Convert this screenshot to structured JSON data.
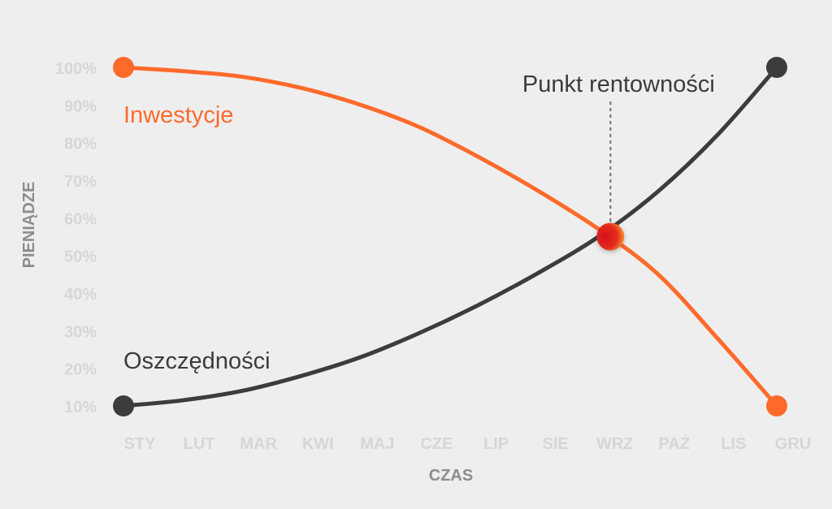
{
  "chart_data": {
    "type": "line",
    "title": "",
    "xlabel": "CZAS",
    "ylabel": "PIENIĄDZE",
    "categories": [
      "STY",
      "LUT",
      "MAR",
      "KWI",
      "MAJ",
      "CZE",
      "LIP",
      "SIE",
      "WRZ",
      "PAŹ",
      "LIS",
      "GRU"
    ],
    "y_ticks": [
      "10%",
      "20%",
      "30%",
      "40%",
      "50%",
      "60%",
      "70%",
      "80%",
      "90%",
      "100%"
    ],
    "ylim": [
      10,
      100
    ],
    "grid": false,
    "series": [
      {
        "name": "Inwestycje",
        "color": "#ff6a2b",
        "values": [
          100,
          99,
          97.5,
          94.5,
          90,
          84,
          76,
          67,
          57,
          45,
          28,
          10
        ]
      },
      {
        "name": "Oszczędności",
        "color": "#3c3c3c",
        "values": [
          10,
          11.5,
          14,
          18,
          23,
          29.5,
          37,
          45.5,
          55,
          67,
          82,
          100
        ]
      }
    ],
    "annotations": [
      {
        "text": "Punkt rentowności",
        "x_index": 8.2,
        "y": 55
      }
    ]
  }
}
